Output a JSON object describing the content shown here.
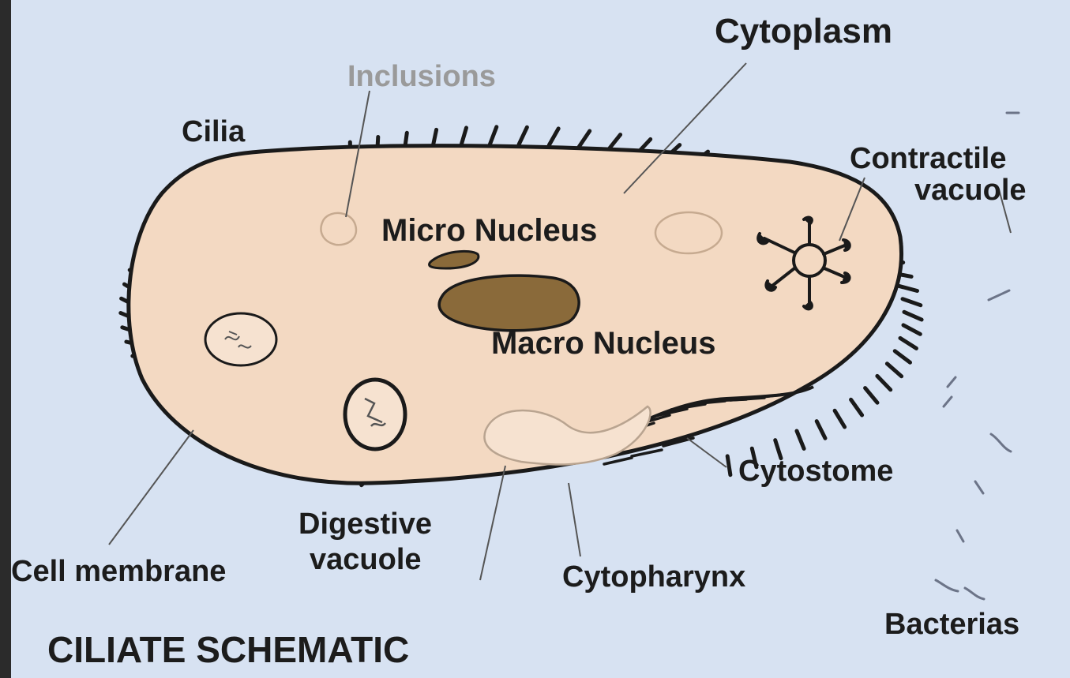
{
  "diagram": {
    "title": "CILIATE SCHEMATIC",
    "labels": {
      "cytoplasm": "Cytoplasm",
      "inclusions": "Inclusions",
      "cilia": "Cilia",
      "contractile_vacuole_1": "Contractile",
      "contractile_vacuole_2": "vacuole",
      "micro_nucleus": "Micro Nucleus",
      "macro_nucleus": "Macro Nucleus",
      "cytostome": "Cytostome",
      "digestive_vacuole_1": "Digestive",
      "digestive_vacuole_2": "vacuole",
      "cell_membrane": "Cell membrane",
      "cytopharynx": "Cytopharynx",
      "bacterias": "Bacterias"
    }
  },
  "colors": {
    "background": "#d7e2f2",
    "cell_fill": "#f3d9c2",
    "macro_nucleus_fill": "#8a6a3a",
    "outline": "#1a1a1a",
    "faint_label": "#9a9a9a"
  }
}
